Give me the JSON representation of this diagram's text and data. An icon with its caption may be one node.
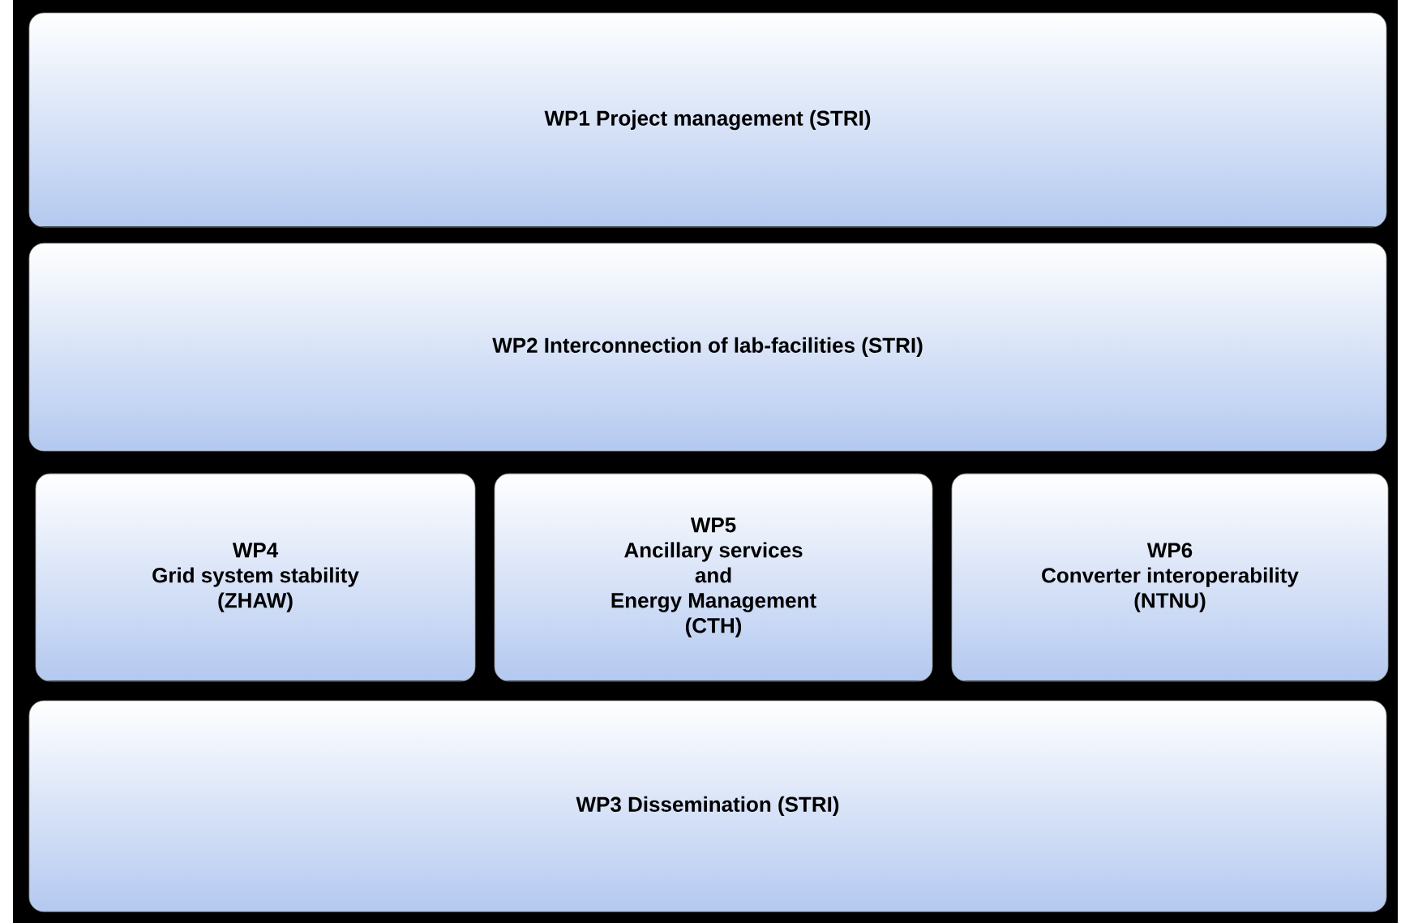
{
  "diagram": {
    "nodes": [
      {
        "text": [
          "WP1 Project management (STRI)"
        ]
      },
      {
        "text": [
          "WP2 Interconnection of lab-facilities (STRI)"
        ]
      },
      {
        "text": [
          "WP4",
          "Grid system stability",
          "(ZHAW)"
        ]
      },
      {
        "text": [
          "WP5",
          "Ancillary services",
          "and",
          "Energy Management",
          "(CTH)"
        ]
      },
      {
        "text": [
          "WP6",
          "Converter interoperability",
          "(NTNU)"
        ]
      },
      {
        "text": [
          "WP3 Dissemination (STRI)"
        ]
      }
    ]
  }
}
